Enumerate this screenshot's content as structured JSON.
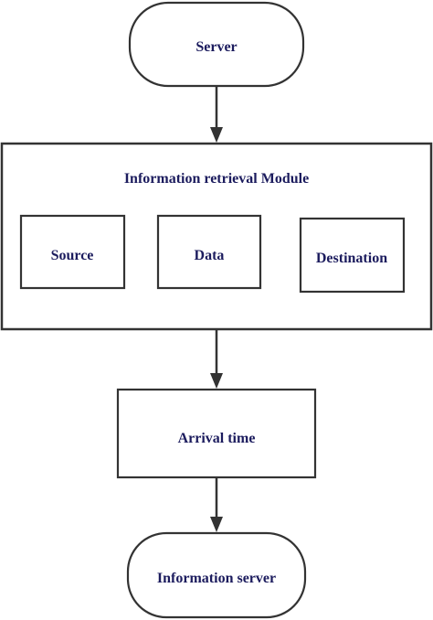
{
  "diagram": {
    "nodes": {
      "server": "Server",
      "module_title": "Information retrieval Module",
      "source": "Source",
      "data": "Data",
      "destination": "Destination",
      "arrival_time": "Arrival time",
      "information_server": "Information server"
    },
    "colors": {
      "text": "#1c1c5e",
      "stroke": "#333333",
      "background": "#ffffff"
    }
  }
}
